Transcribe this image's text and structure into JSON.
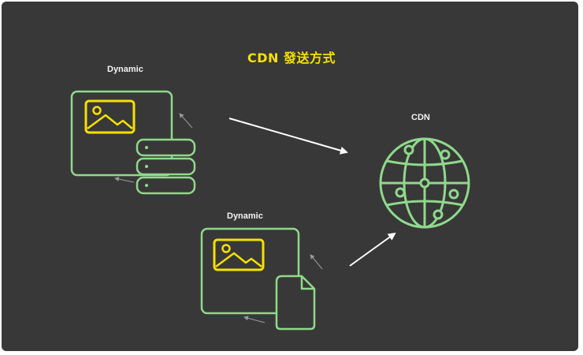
{
  "title": "CDN 發送方式",
  "nodes": {
    "dynamic_top": {
      "label": "Dynamic"
    },
    "dynamic_bottom": {
      "label": "Dynamic"
    },
    "cdn": {
      "label": "CDN"
    }
  },
  "colors": {
    "background": "#393838",
    "node_stroke": "#8fd98c",
    "image_icon": "#f4e100",
    "arrow": "#ffffff",
    "title": "#f4e100"
  }
}
